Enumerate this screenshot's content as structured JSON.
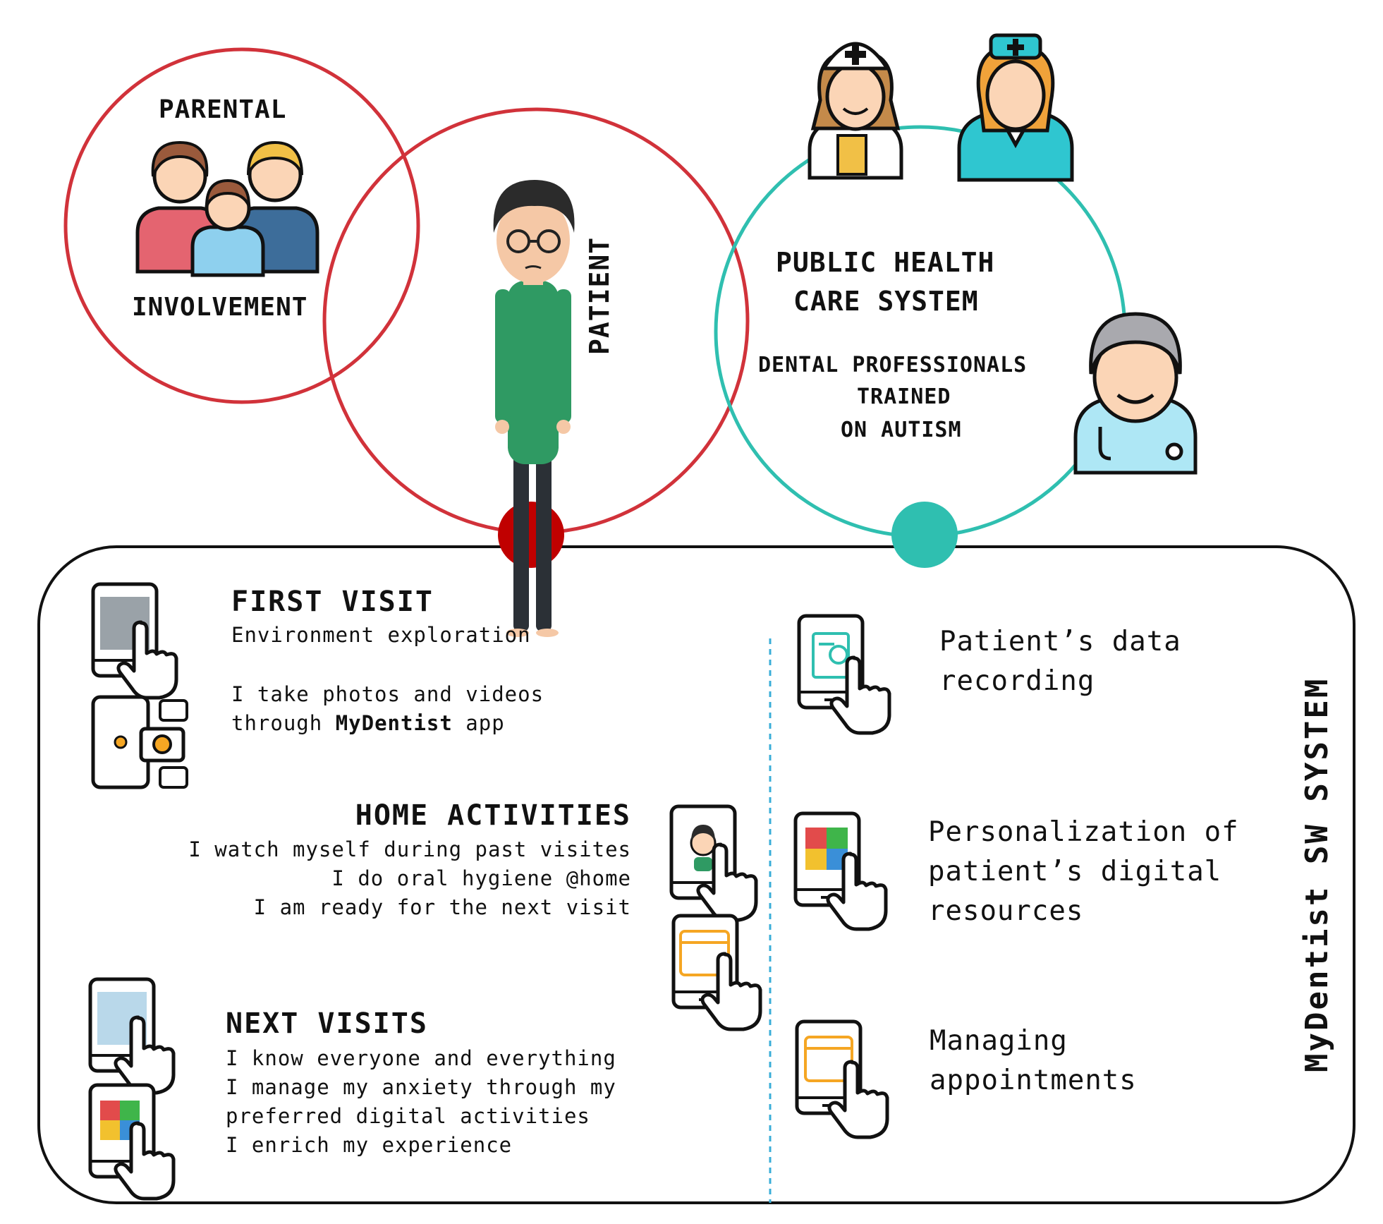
{
  "circles": {
    "parental": {
      "top_label": "PARENTAL",
      "bottom_label": "INVOLVEMENT",
      "color": "#d1323a"
    },
    "patient": {
      "label": "PATIENT",
      "color": "#d1323a",
      "node_color": "#c00000"
    },
    "health": {
      "title_line1": "PUBLIC HEALTH",
      "title_line2": "CARE SYSTEM",
      "sub_line1": "DENTAL PROFESSIONALS",
      "sub_line2": "TRAINED",
      "sub_line3": "ON AUTISM",
      "color": "#2fbfb0"
    }
  },
  "system": {
    "title": "MyDentist SW SYSTEM",
    "left": {
      "first_visit": {
        "title": "FIRST VISIT",
        "line1": "Environment exploration",
        "line2": "I take photos and videos",
        "line3_prefix": "through ",
        "line3_bold": "MyDentist",
        "line3_suffix": " app"
      },
      "home": {
        "title": "HOME ACTIVITIES",
        "line1": "I watch myself during past visites",
        "line2": "I do oral hygiene @home",
        "line3": "I am ready for the next visit"
      },
      "next": {
        "title": "NEXT VISITS",
        "line1": "I know everyone and everything",
        "line2": "I manage my anxiety through my",
        "line3": "preferred digital activities",
        "line4": "I enrich my experience"
      }
    },
    "right": {
      "item1": {
        "line1": "Patient’s data",
        "line2": "recording"
      },
      "item2": {
        "line1": "Personalization of",
        "line2": "patient’s digital",
        "line3": "resources"
      },
      "item3": {
        "line1": "Managing",
        "line2": "appointments"
      }
    }
  },
  "colors": {
    "red": "#d1323a",
    "teal": "#2fbfb0",
    "dark_red": "#c00000"
  }
}
